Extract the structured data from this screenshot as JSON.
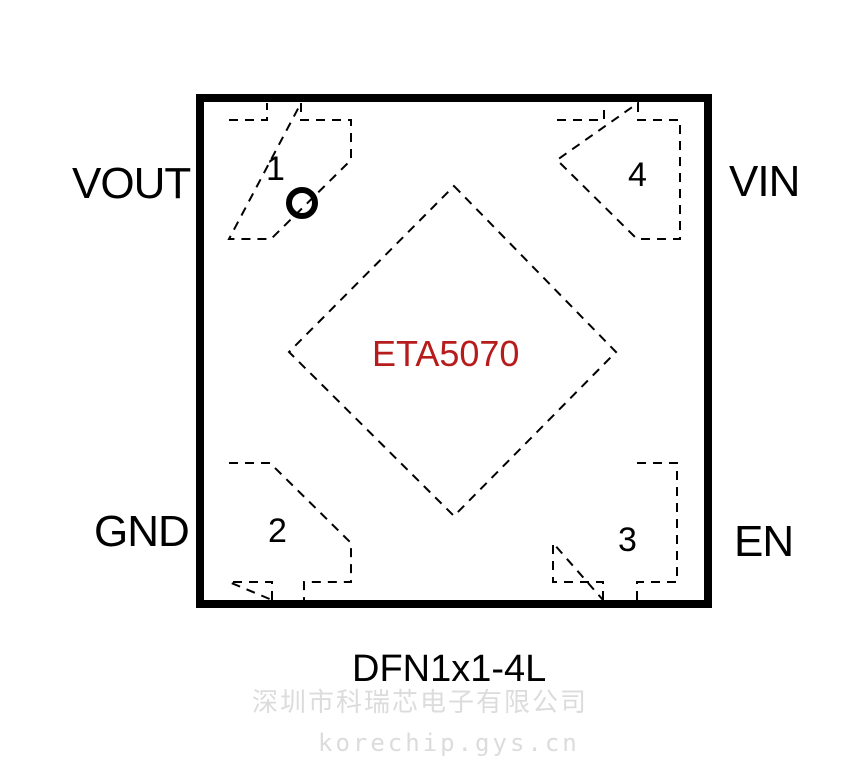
{
  "package": {
    "name": "DFN1x1-4L",
    "chip": "ETA5070",
    "pins": [
      {
        "number": "1",
        "label": "VOUT"
      },
      {
        "number": "2",
        "label": "GND"
      },
      {
        "number": "3",
        "label": "EN"
      },
      {
        "number": "4",
        "label": "VIN"
      }
    ]
  },
  "watermark": {
    "line1": "深圳市科瑞芯电子有限公司",
    "line2": "korechip.gys.cn"
  },
  "colors": {
    "outline": "#000000",
    "chip_text": "#b71c1c",
    "watermark": "#dcdcdc"
  }
}
